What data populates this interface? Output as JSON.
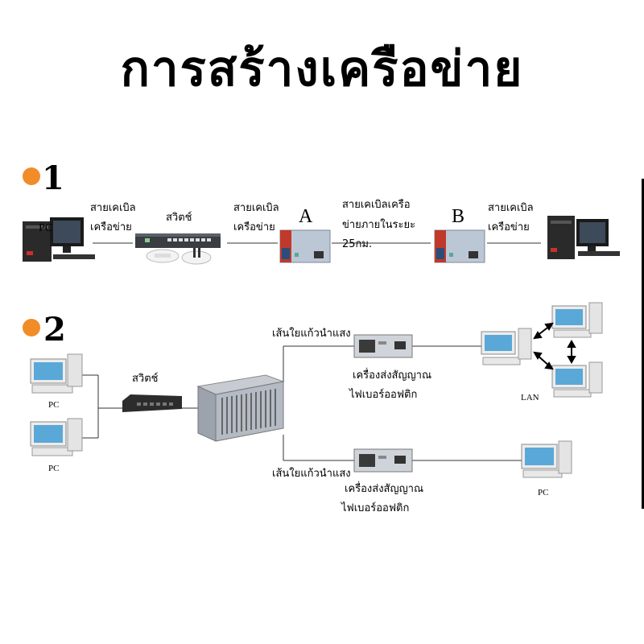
{
  "title": "การสร้างเครือข่าย",
  "accent_color": "#f28c28",
  "diagram1": {
    "number": "1",
    "pc_left_label": "PC",
    "cable1": [
      "สายเคเบิล",
      "เครือข่าย"
    ],
    "switch_label": "สวิตช์",
    "cable2": [
      "สายเคเบิล",
      "เครือข่าย"
    ],
    "converter_a": "A",
    "fiber_cable": [
      "สายเคเบิลเครือ",
      "ข่ายภายในระยะ",
      "25กม."
    ],
    "converter_b": "B",
    "cable3": [
      "สายเคเบิล",
      "เครือข่าย"
    ]
  },
  "diagram2": {
    "number": "2",
    "pc1_label": "PC",
    "pc2_label": "PC",
    "switch_label": "สวิตช์",
    "fiber_top": "เส้นใยแก้วนำแสง",
    "transmitter_top": [
      "เครื่องส่งสัญญาณ",
      "ไฟเบอร์ออฟติก"
    ],
    "lan_label": "LAN",
    "fiber_bottom": "เส้นใยแก้วนำแสง",
    "transmitter_bottom": [
      "เครื่องส่งสัญญาณ",
      "ไฟเบอร์ออฟติก"
    ],
    "pc3_label": "PC"
  }
}
